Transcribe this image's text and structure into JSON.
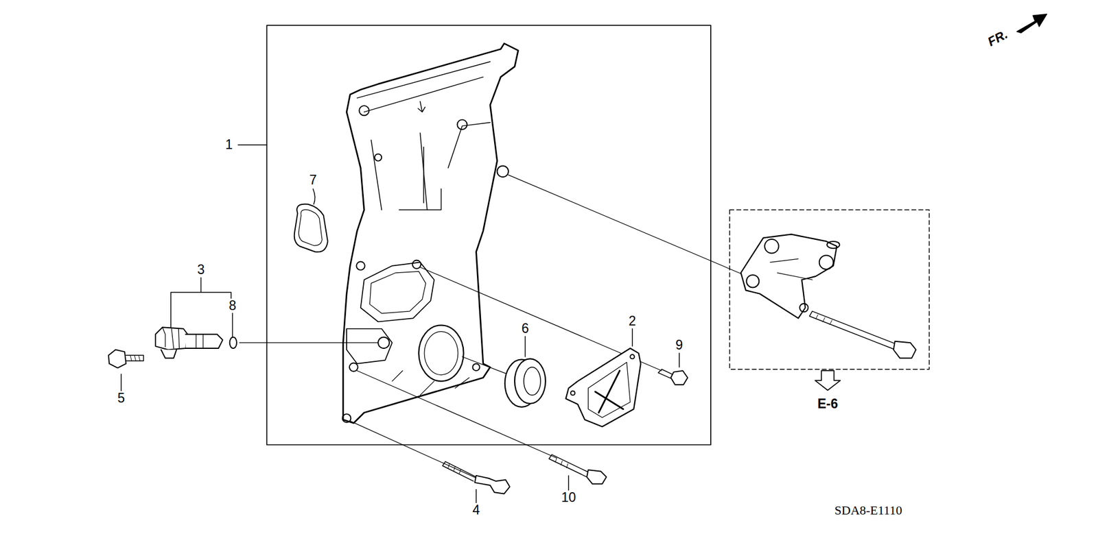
{
  "diagram": {
    "labels": [
      "FR.",
      "1",
      "7",
      "3",
      "8",
      "5",
      "2",
      "6",
      "9",
      "E-6",
      "4",
      "10",
      "SDA8-E1110"
    ]
  }
}
